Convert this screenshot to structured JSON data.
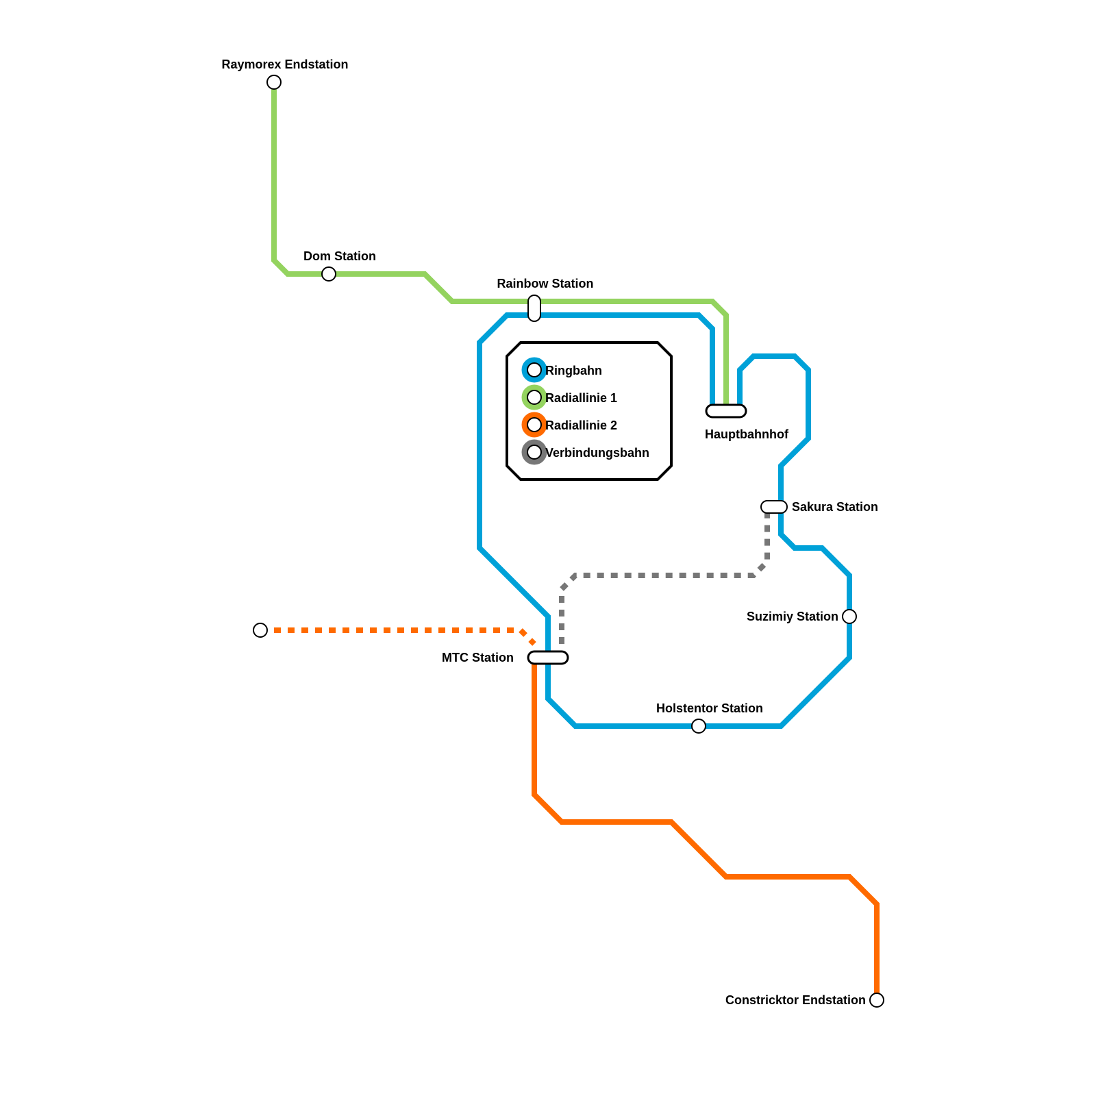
{
  "map": {
    "colors": {
      "ringbahn": "#00a1d8",
      "radiallinie1": "#94d35f",
      "radiallinie2": "#ff6a00",
      "verbindungsbahn": "#777777"
    },
    "legend": [
      {
        "line": "ringbahn",
        "label": "Ringbahn"
      },
      {
        "line": "radiallinie1",
        "label": "Radiallinie 1"
      },
      {
        "line": "radiallinie2",
        "label": "Radiallinie 2"
      },
      {
        "line": "verbindungsbahn",
        "label": "Verbindungsbahn"
      }
    ],
    "stations": {
      "raymorex": "Raymorex Endstation",
      "dom": "Dom Station",
      "rainbow": "Rainbow Station",
      "hauptbahnhof": "Hauptbahnhof",
      "sakura": "Sakura Station",
      "suzimiy": "Suzimiy Station",
      "mtc": "MTC Station",
      "holstentor": "Holstentor Station",
      "constricktor": "Constricktor Endstation",
      "unnamed_west": ""
    }
  }
}
